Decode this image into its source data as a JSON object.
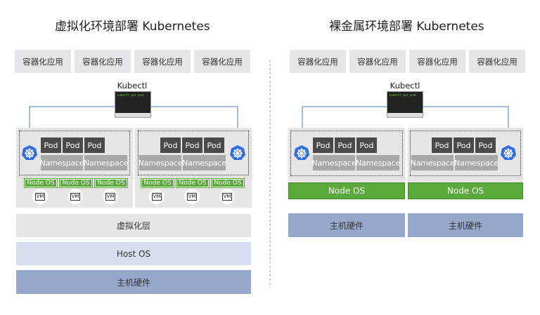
{
  "colors": {
    "pod": "#4a4a4a",
    "namespace": "#a8a8a8",
    "node_os": "#5aa93b",
    "hardware": "#96a8cb",
    "host_os": "#d8ddf0",
    "virt_layer": "#e6e6e6",
    "arrow": "#4a7cc6"
  },
  "left": {
    "title": "虚拟化环境部署 Kubernetes",
    "apps": [
      "容器化应用",
      "容器化应用",
      "容器化应用",
      "容器化应用"
    ],
    "kubectl": "Kubectl",
    "terminal_text": "kubectl get pods",
    "pods": [
      "Pod",
      "Pod",
      "Pod"
    ],
    "namespaces": [
      "Namespace",
      "Namespace"
    ],
    "node_os": "Node OS",
    "vm": "VM",
    "virt_layer": "虚拟化层",
    "host_os": "Host OS",
    "hardware": "主机硬件"
  },
  "right": {
    "title": "裸金属环境部署 Kubernetes",
    "apps": [
      "容器化应用",
      "容器化应用",
      "容器化应用",
      "容器化应用"
    ],
    "kubectl": "Kubectl",
    "terminal_text": "kubectl get pods",
    "pods": [
      "Pod",
      "Pod",
      "Pod"
    ],
    "namespaces": [
      "Namespace",
      "Namespace"
    ],
    "node_os": "Node OS",
    "hardware": "主机硬件"
  }
}
